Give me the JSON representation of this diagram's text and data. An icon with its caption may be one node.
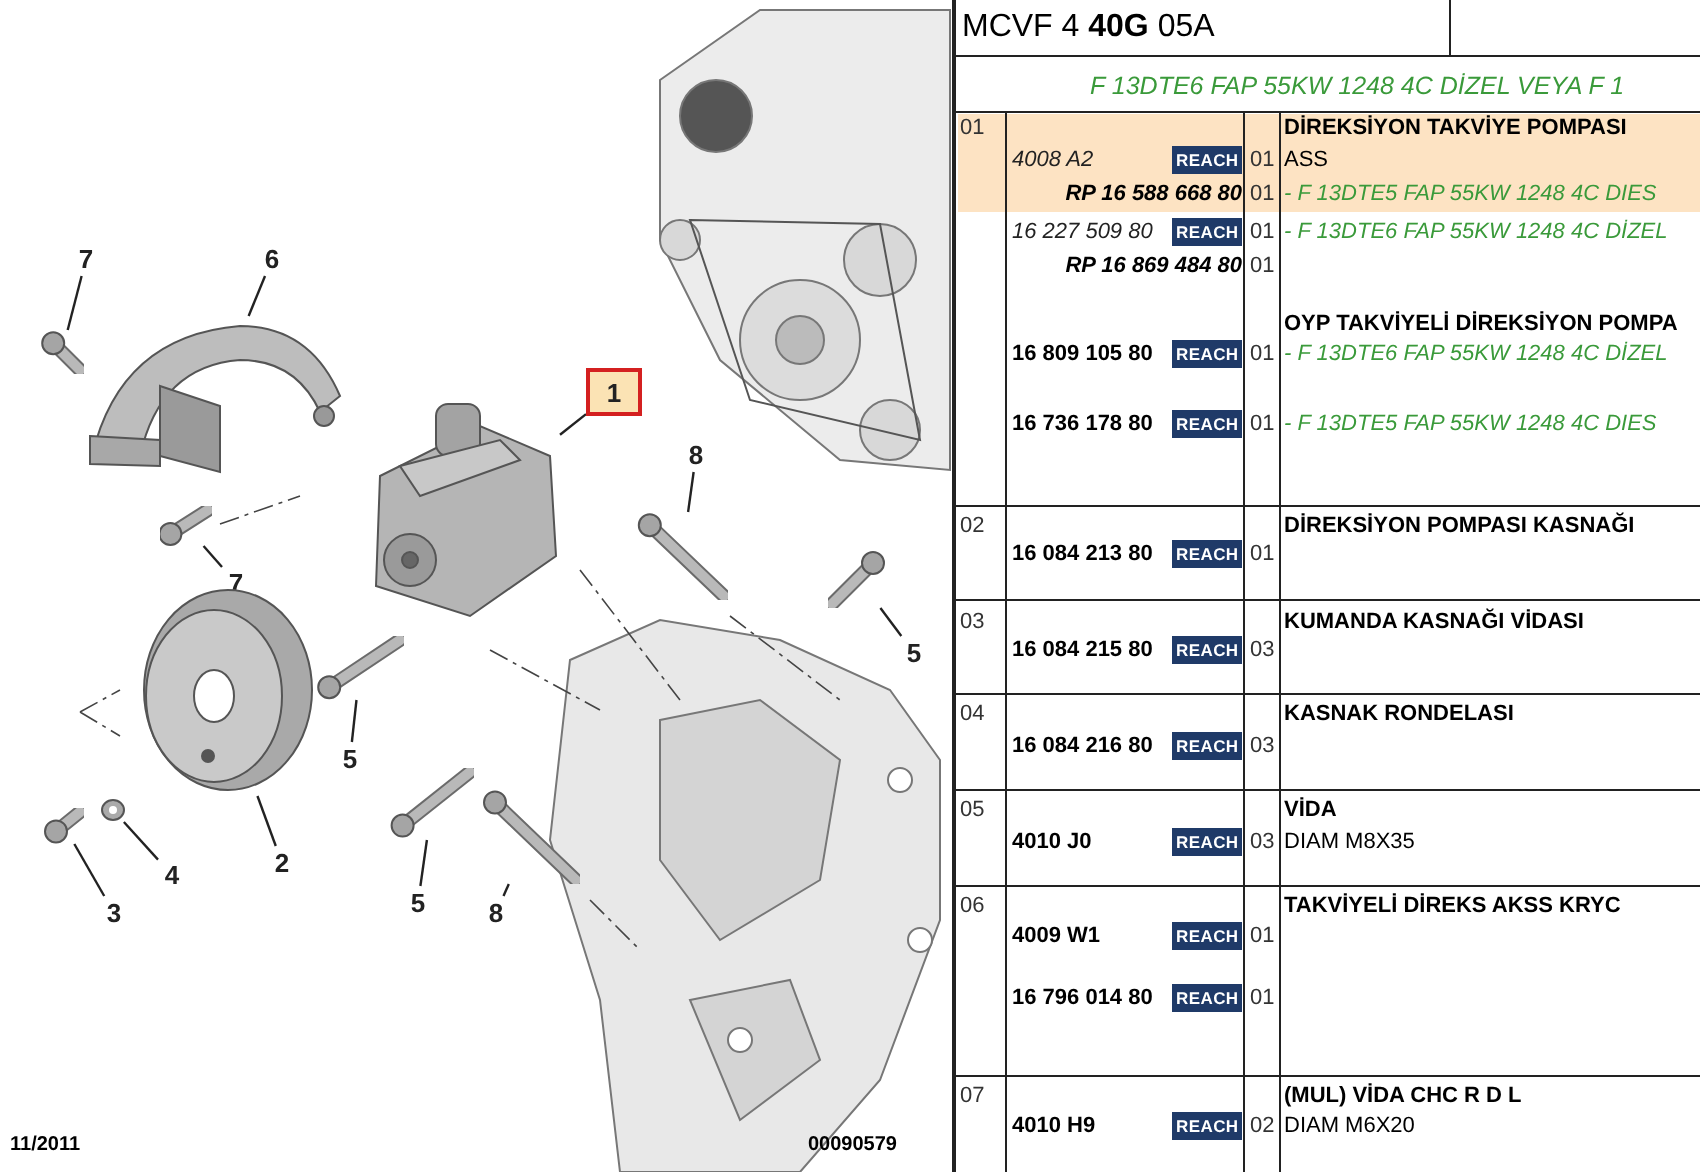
{
  "diagram": {
    "title": "MCVF 4 **40G** 05A",
    "nodes": [
      {
        "text": [
          "7"
        ]
      },
      {
        "text": [
          "6"
        ]
      },
      {
        "text": [
          "1"
        ]
      },
      {
        "text": [
          "8"
        ]
      },
      {
        "text": [
          "7"
        ]
      },
      {
        "text": [
          "5"
        ]
      },
      {
        "text": [
          "5"
        ]
      },
      {
        "text": [
          "2"
        ]
      },
      {
        "text": [
          "4"
        ]
      },
      {
        "text": [
          "3"
        ]
      },
      {
        "text": [
          "5"
        ]
      },
      {
        "text": [
          "8"
        ]
      },
      {
        "text": [],
        "shape": "picture"
      },
      {
        "text": [],
        "shape": "picture"
      },
      {
        "text": [],
        "shape": "picture"
      },
      {
        "text": [],
        "shape": "picture"
      },
      {
        "text": [],
        "shape": "picture"
      },
      {
        "text": [],
        "shape": "picture"
      },
      {
        "text": [],
        "shape": "picture"
      },
      {
        "text": [],
        "shape": "picture"
      },
      {
        "text": [],
        "shape": "picture"
      },
      {
        "text": [],
        "shape": "picture"
      },
      {
        "text": [],
        "shape": "picture"
      },
      {
        "text": [],
        "shape": "picture"
      }
    ],
    "edges": [
      {
        "from": 0,
        "to": 12,
        "arrow": "none"
      },
      {
        "from": 1,
        "to": 13,
        "arrow": "none"
      },
      {
        "from": 2,
        "to": 14,
        "arrow": "none"
      },
      {
        "from": 3,
        "to": 15,
        "arrow": "none"
      },
      {
        "from": 4,
        "to": 16,
        "arrow": "none"
      },
      {
        "from": 5,
        "to": 17,
        "arrow": "none"
      },
      {
        "from": 6,
        "to": 18,
        "arrow": "none"
      },
      {
        "from": 7,
        "to": 19,
        "arrow": "none"
      },
      {
        "from": 8,
        "to": 20,
        "arrow": "none"
      },
      {
        "from": 9,
        "to": 21,
        "arrow": "none"
      },
      {
        "from": 10,
        "to": 22,
        "arrow": "none"
      },
      {
        "from": 11,
        "to": 23,
        "arrow": "none"
      }
    ],
    "labels": [
      "F 13DTE6 FAP 55KW 1248 4C DİZEL VEYA F 1",
      "01",
      "DİREKSİYON TAKVİYE POMPASI",
      "4008 A2",
      "REACH",
      "01",
      "ASS",
      "RP 16 588 668 80",
      "01",
      "- F 13DTE5 FAP 55KW 1248 4C DIES",
      "16 227 509 80",
      "REACH",
      "01",
      "- F 13DTE6 FAP 55KW 1248 4C DİZEL",
      "RP 16 869 484 80",
      "01",
      "OYP TAKVİYELİ DİREKSİYON POMPA",
      "16 809 105 80",
      "REACH",
      "01",
      "- F 13DTE6 FAP 55KW 1248 4C DİZEL",
      "16 736 178 80",
      "REACH",
      "01",
      "- F 13DTE5 FAP 55KW 1248 4C DIES",
      "02",
      "DİREKSİYON POMPASI KASNAĞI",
      "16 084 213 80",
      "REACH",
      "01",
      "03",
      "KUMANDA KASNAĞI VİDASI",
      "16 084 215 80",
      "REACH",
      "03",
      "04",
      "KASNAK RONDELASI",
      "16 084 216 80",
      "REACH",
      "03",
      "05",
      "VİDA",
      "4010 J0",
      "REACH",
      "03",
      "DIAM M8X35",
      "06",
      "TAKVİYELİ DİREKS AKSS KRYC",
      "4009 W1",
      "REACH",
      "01",
      "16 796 014 80",
      "REACH",
      "01",
      "07",
      "(MUL) VİDA CHC R D L",
      "4010 H9",
      "REACH",
      "02",
      "DIAM M6X20",
      "11/2011",
      "00090579"
    ]
  }
}
